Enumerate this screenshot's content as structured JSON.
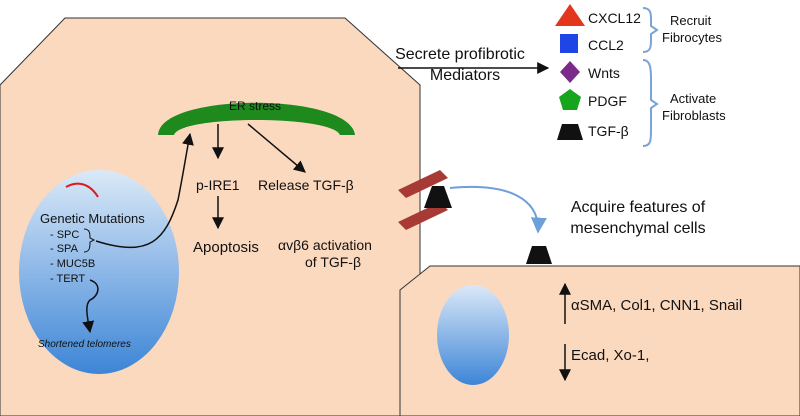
{
  "colors": {
    "cell_fill": "#fbd9bf",
    "cell_stroke": "#333333",
    "er_green": "#1e8a1e",
    "nucleus_top": "#dbe9f8",
    "nucleus_bottom": "#3d85d6",
    "cxcl12": "#e2361d",
    "ccl2": "#1f45e6",
    "wnts": "#7a2a8a",
    "pdgf": "#16a51c",
    "tgfb": "#111111",
    "bracket": "#7aa3d6",
    "mutation_curve": "#e01a1a",
    "junction": "#a83a35"
  },
  "cell_top": {
    "er_stress": "ER stress",
    "p_ire1": "p-IRE1",
    "apoptosis": "Apoptosis",
    "release_tgfb": "Release TGF-β",
    "avb6_line1": "αvβ6 activation",
    "avb6_line2": "of TGF-β",
    "nucleus": {
      "title": "Genetic Mutations",
      "items": [
        "- SPC",
        "- SPA",
        "- MUC5B",
        "- TERT"
      ],
      "shortened": "Shortened telomeres"
    }
  },
  "secrete": {
    "line1": "Secrete profibrotic",
    "line2": "Mediators"
  },
  "legend": {
    "items": [
      {
        "label": "CXCL12",
        "shape": "triangle-icon"
      },
      {
        "label": "CCL2",
        "shape": "square-icon"
      },
      {
        "label": "Wnts",
        "shape": "diamond-icon"
      },
      {
        "label": "PDGF",
        "shape": "pentagon-icon"
      },
      {
        "label": "TGF-β",
        "shape": "trapezoid-icon"
      }
    ],
    "group1_line1": "Recruit",
    "group1_line2": "Fibrocytes",
    "group2_line1": "Activate",
    "group2_line2": "Fibroblasts"
  },
  "acquire": {
    "line1": "Acquire features of",
    "line2": "mesenchymal cells"
  },
  "cell_bottom": {
    "up_text": "αSMA, Col1, CNN1, Snail",
    "down_text": "Ecad, Xo-1,"
  }
}
